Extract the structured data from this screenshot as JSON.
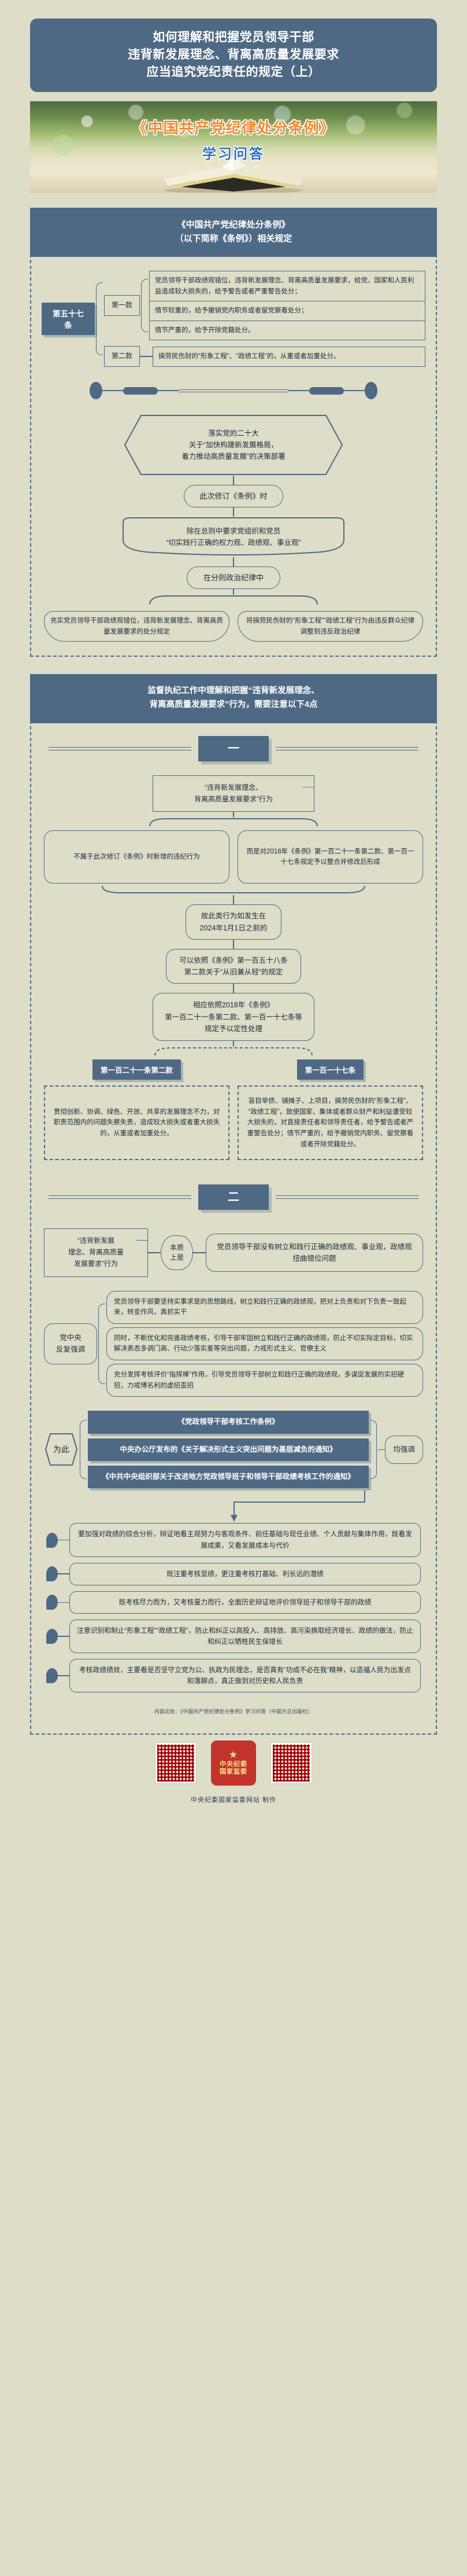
{
  "title_banner": {
    "line1": "如何理解和把握党员领导干部",
    "line2": "违背新发展理念、背离高质量发展要求",
    "line3": "应当追究党纪责任的规定（上）"
  },
  "hero": {
    "title_main": "《中国共产党纪律处分条例》",
    "title_sub": "学习问答",
    "image_name": "open-book-on-desk-photo"
  },
  "section_one": {
    "header_line1": "《中国共产党纪律处分条例》",
    "header_line2": "（以下简称《条例》）相关规定",
    "article_tag": "第五十七条",
    "clause1_tag": "第一款",
    "clause2_tag": "第二款",
    "clause1_items": [
      "党员领导干部政绩观错位，违背新发展理念、背离高质量发展要求，给党、国家和人民利益造成较大损失的，给予警告或者严重警告处分；",
      "情节较重的，给予撤销党内职务或者留党察看处分；",
      "情节严重的，给予开除党籍处分。"
    ],
    "clause2_items": [
      "搞劳民伤财的“形象工程”、“政绩工程”的，从重或者加重处分。"
    ]
  },
  "flow_one": {
    "hex_line1": "落实党的二十大",
    "hex_line2": "关于“加快构建新发展格局，",
    "hex_line3": "着力推动高质量发展”的决策部署",
    "step2": "此次修订《条例》时",
    "step3_line1": "除在总则中要求党组织和党员",
    "step3_line2": "“切实践行正确的权力观、政绩观、事业观”",
    "step4": "在分则政治纪律中",
    "leaf_left": "充实党员领导干部政绩观错位，违背新发展理念、背离高质量发展要求的处分规定",
    "leaf_right": "将搞劳民伤财的“形象工程”“政绩工程”行为由违反群众纪律调整到违反政治纪律"
  },
  "section_two": {
    "banner_line1": "监督执纪工作中理解和把握“违背新发展理念、",
    "banner_line2": "背离高质量发展要求”行为，需要注意以下4点"
  },
  "part_one": {
    "number": "一",
    "note": "“违背新发展理念、\n背离高质量发展要求”行为",
    "note_line1": "“违背新发展理念、",
    "note_line2": "背离高质量发展要求”行为",
    "branch_left": "不属于此次修订《条例》时新增的违纪行为",
    "branch_right": "而是对2018年《条例》第一百二十一条第二款、第一百一十七条规定予以整合并修改后形成",
    "step_date_line1": "故此类行为如发生在",
    "step_date_line2": "2024年1月1日之前的",
    "step_apply_line1": "可以依照《条例》第一百五十八条",
    "step_apply_line2": "第二款关于“从旧兼从轻”的规定",
    "step_result_line1": "相应依照2018年《条例》",
    "step_result_line2": "第一百二十一条第二款、第一百一十七条等",
    "step_result_line3": "规定予以定性处理",
    "col_left_tag": "第一百二十一条第二款",
    "col_right_tag": "第一百一十七条",
    "col_left_text": "贯彻创新、协调、绿色、开放、共享的发展理念不力，对职责范围内的问题失察失责，造成较大损失或者重大损失的，从重或者加重处分。",
    "col_right_text": "盲目举债、铺摊子、上项目，搞劳民伤财的“形象工程”、“政绩工程”，致使国家、集体或者群众财产和利益遭受较大损失的，对直接责任者和领导责任者，给予警告或者严重警告处分；情节严重的，给予撤销党内职务、留党察看或者开除党籍处分。"
  },
  "part_two": {
    "number": "二",
    "note_line1": "“违背新发展",
    "note_line2": "理念、背离高质量",
    "note_line3": "发展要求”行为",
    "pill_line1": "本质",
    "pill_line2": "上是",
    "essence": "党员领导干部没有树立和践行正确的政绩观、事业观，政绩观扭曲错位问题",
    "emph_tag_line1": "党中央",
    "emph_tag_line2": "反复强调",
    "emph_items": [
      "党员领导干部要坚持实事求是的思想路线，树立和践行正确的政绩观，把对上负责和对下负责一致起来，转变作风，真抓实干",
      "同时，不断优化和完善政绩考核，引导干部牢固树立和践行正确的政绩观，防止不切实际定目标，切实解决表态多调门高、行动少落实差等突出问题，力戒形式主义、官僚主义",
      "充分发挥考核评价“指挥棒”作用，引导党员领导干部树立和践行正确的政绩观，多谋促发展的实招硬招，力戒博名利的虚招歪招"
    ],
    "for_this_tag": "为此",
    "all_emphasize_tag": "均强调",
    "documents": [
      "《党政领导干部考核工作条例》",
      "中央办公厅发布的《关于解决形式主义突出问题为基层减负的通知》",
      "《中共中央组织部关于改进地方党政领导班子和领导干部政绩考核工作的通知》"
    ],
    "bullets": [
      "要加强对政绩的综合分析，辩证地看主观努力与客观条件、前任基础与现任业绩、个人贡献与集体作用，既看发展成果，又看发展成本与代价",
      "既注重考核显绩，更注重考核打基础、利长远的潜绩",
      "既考核尽力而为，又考核量力而行，全面历史辩证地评价领导班子和领导干部的政绩",
      "注意识别和制止“形象工程”“政绩工程”，防止和纠正以高投入、高排放、高污染换取经济增长、政绩的做法，防止和纠正以牺牲民生保增长",
      "考核政绩绩效，主要看是否坚守立党为公、执政为民理念，是否真有“功成不必在我”精神，以造福人民为出发点和落脚点，真正做到对历史和人民负责"
    ]
  },
  "footer": {
    "source_note": "内容出处：《中国共产党纪律处分条例》学习问答（中国方正出版社）",
    "qr_left_name": "qr-code-left",
    "qr_right_name": "qr-code-right",
    "emblem_line1": "中央纪委",
    "emblem_line2": "国家监委",
    "credit": "中央纪委国家监委网站 制作"
  }
}
